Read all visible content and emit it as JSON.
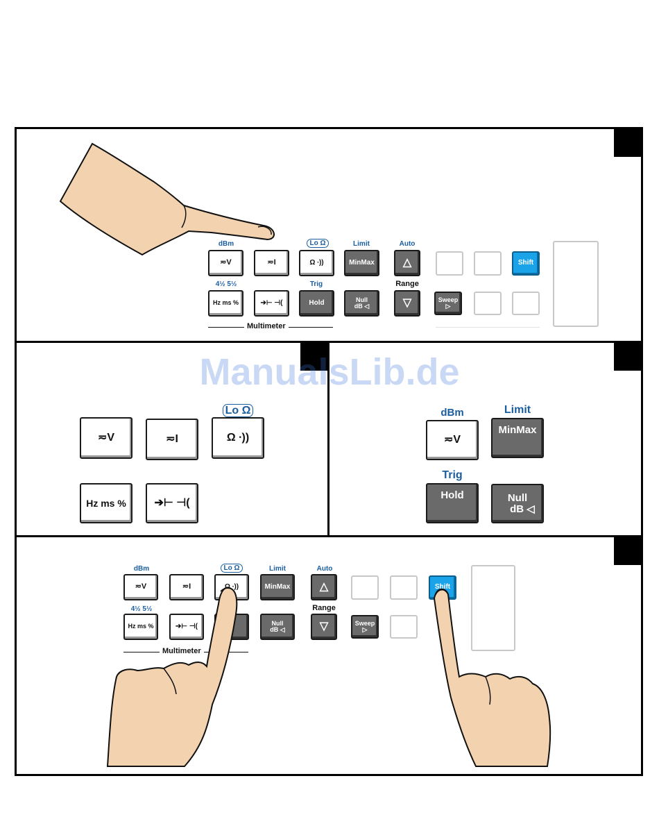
{
  "panel": {
    "labels": {
      "dbm": "dBm",
      "lo_ohm": "Lo Ω",
      "limit": "Limit",
      "auto": "Auto",
      "half": "4½ 5½",
      "trig": "Trig",
      "range": "Range",
      "multimeter": "Multimeter"
    },
    "keys": {
      "acv": "≂V",
      "aci": "≂I",
      "ohm": "Ω ∙))",
      "minmax": "MinMax",
      "up": "△",
      "shift": "Shift",
      "hz": "Hz ms %",
      "diode": "➔⊢ ⊣(",
      "hold": "Hold",
      "null_1": "Null",
      "null_2": "dB ◁",
      "down": "▽",
      "sweep_1": "Sweep",
      "sweep_2": "▷"
    }
  },
  "watermark": "ManualsLib.de",
  "colors": {
    "accent_blue": "#1b5ea0",
    "shift_blue": "#1aa3e8",
    "dark_key": "#6a6a6a",
    "skin": "#f3d2b0"
  }
}
